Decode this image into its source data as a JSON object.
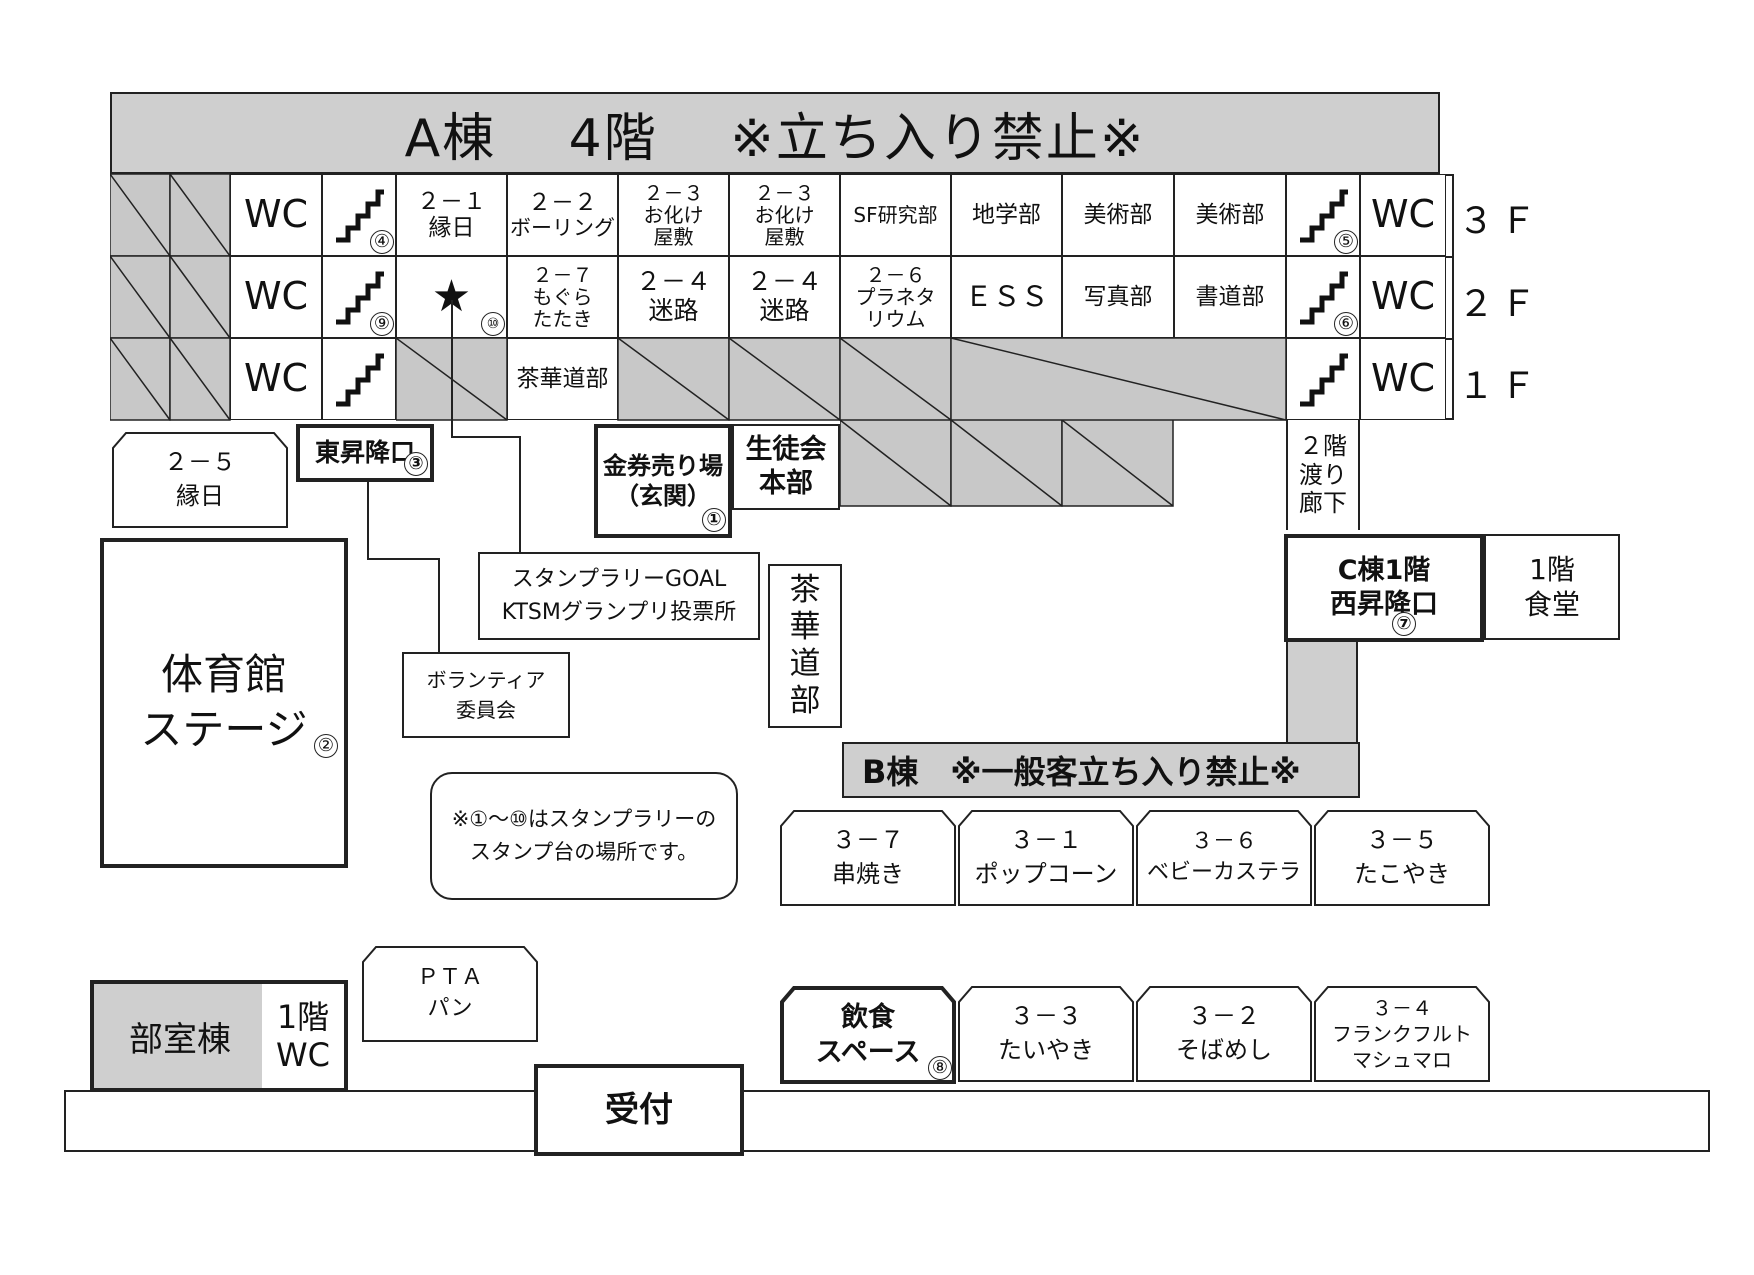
{
  "a_building_header": "A棟　 4階　 ※立ち入り禁止※",
  "wc_label": "WC",
  "floors": [
    "３Ｆ",
    "２Ｆ",
    "１Ｆ"
  ],
  "row3f": {
    "c21": [
      "２－１",
      "縁日"
    ],
    "c22": [
      "２－２",
      "ボーリング"
    ],
    "c23a": [
      "２－３",
      "お化け",
      "屋敷"
    ],
    "c23b": [
      "２－３",
      "お化け",
      "屋敷"
    ],
    "sf": "SF研究部",
    "chigaku": "地学部",
    "bijutsu1": "美術部",
    "bijutsu2": "美術部"
  },
  "row2f": {
    "star": "★",
    "c27": [
      "２－７",
      "もぐら",
      "たたき"
    ],
    "c24a": [
      "２－４",
      "迷路"
    ],
    "c24b": [
      "２－４",
      "迷路"
    ],
    "c26": [
      "２－６",
      "プラネタ",
      "リウム"
    ],
    "ess": "ＥＳＳ",
    "shashin": "写真部",
    "shodo": "書道部"
  },
  "row1f": {
    "sakado": "茶華道部"
  },
  "stamp_numbers": {
    "n1": "①",
    "n2": "②",
    "n3": "③",
    "n4": "④",
    "n5": "⑤",
    "n6": "⑥",
    "n7": "⑦",
    "n8": "⑧",
    "n9": "⑨",
    "n10": "⑩"
  },
  "places": {
    "c25": [
      "２－５",
      "縁日"
    ],
    "east_entrance": "東昇降口",
    "kinken": [
      "金券売り場",
      "（玄関）"
    ],
    "seitokai": [
      "生徒会",
      "本部"
    ],
    "watari": [
      "２階",
      "渡り",
      "廊下"
    ],
    "c_building": [
      "C棟1階",
      "西昇降口"
    ],
    "shokudo": [
      "1階",
      "食堂"
    ],
    "gym": [
      "体育館",
      "ステージ"
    ],
    "stamp_goal": [
      "スタンプラリーGOAL",
      "KTSMグランプリ投票所"
    ],
    "sakado_tall": [
      "茶",
      "華",
      "道",
      "部"
    ],
    "volunteer": [
      "ボランティア",
      "委員会"
    ],
    "b_building": "B棟　※一般客立ち入り禁止※",
    "note": [
      "※①～⑩はスタンプラリーの",
      "スタンプ台の場所です。"
    ],
    "club_building": "部室棟",
    "club_wc": [
      "1階",
      "WC"
    ],
    "pta": [
      "ＰＴＡ",
      "パン"
    ],
    "uketsuke": "受付",
    "eat_space": [
      "飲食",
      "スペース"
    ]
  },
  "stalls_top": [
    [
      "３－７",
      "串焼き"
    ],
    [
      "３－１",
      "ポップコーン"
    ],
    [
      "３－６",
      "ベビーカステラ"
    ],
    [
      "３－５",
      "たこやき"
    ]
  ],
  "stalls_bottom": [
    [
      "３－３",
      "たいやき"
    ],
    [
      "３－２",
      "そばめし"
    ],
    [
      "３－４",
      "フランクフルト",
      "マシュマロ"
    ]
  ]
}
